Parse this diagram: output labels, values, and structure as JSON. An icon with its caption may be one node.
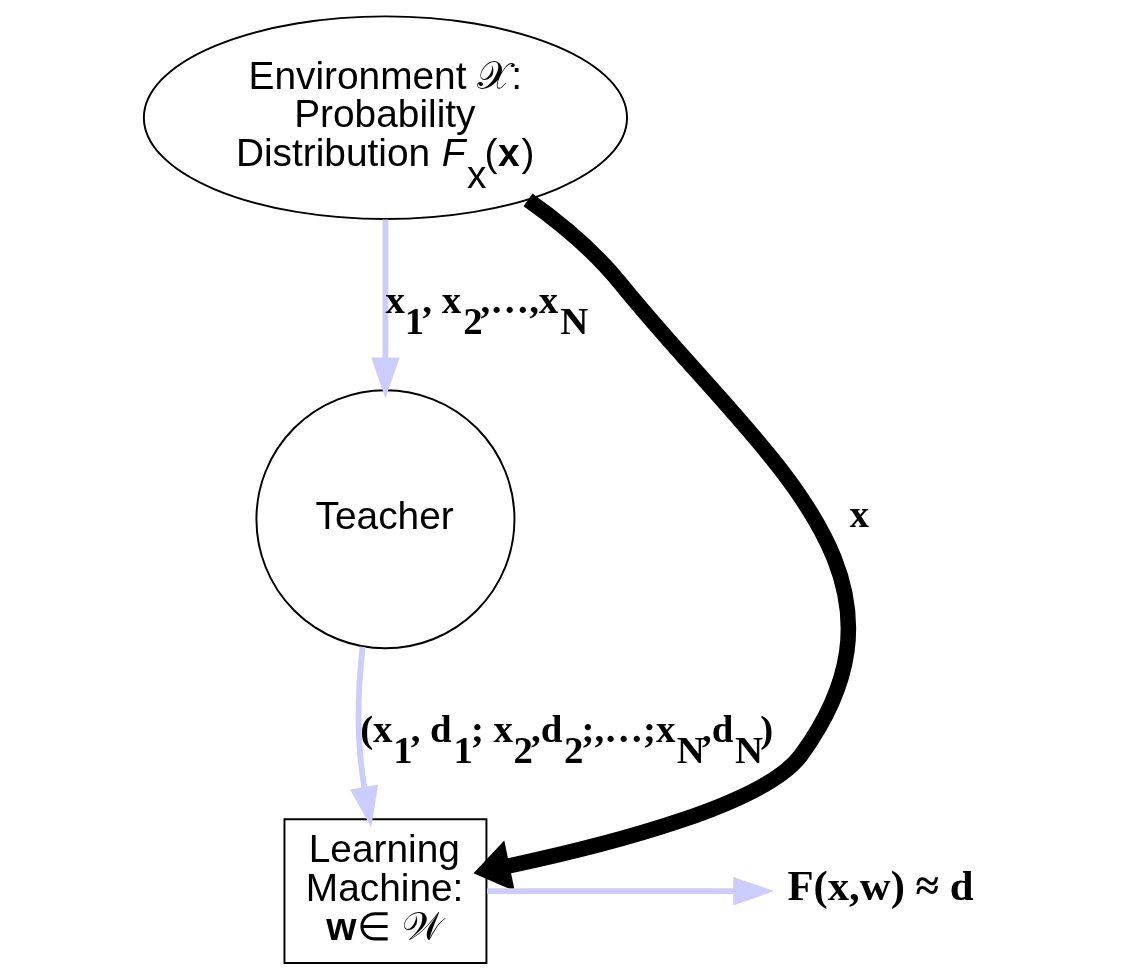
{
  "diagram": {
    "nodes": [
      {
        "text": [
          "Environment 𝒳: Probability Distribution *F*$_{x}$(**x**)"
        ]
      },
      {
        "text": [
          "Teacher"
        ]
      },
      {
        "text": [
          "Learning Machine: **w**∈ 𝒲"
        ]
      },
      {
        "text": [
          "F(x,w) ≈ d"
        ]
      }
    ],
    "edges": [
      {
        "from": 0,
        "to": 1,
        "arrow": "to",
        "label": "x$_{1}$, x$_{2}$,…,x$_{N}$"
      },
      {
        "from": 1,
        "to": 2,
        "arrow": "to",
        "label": "(x$_{1}$, d$_{1}$; x$_{2}$,d$_{2}$;,…;x$_{N}$,d$_{N}$)"
      },
      {
        "from": 0,
        "to": 2,
        "arrow": "to",
        "label": "x",
        "style": "thick",
        "color": "#000000"
      },
      {
        "from": 2,
        "to": 3,
        "arrow": "to"
      }
    ]
  }
}
